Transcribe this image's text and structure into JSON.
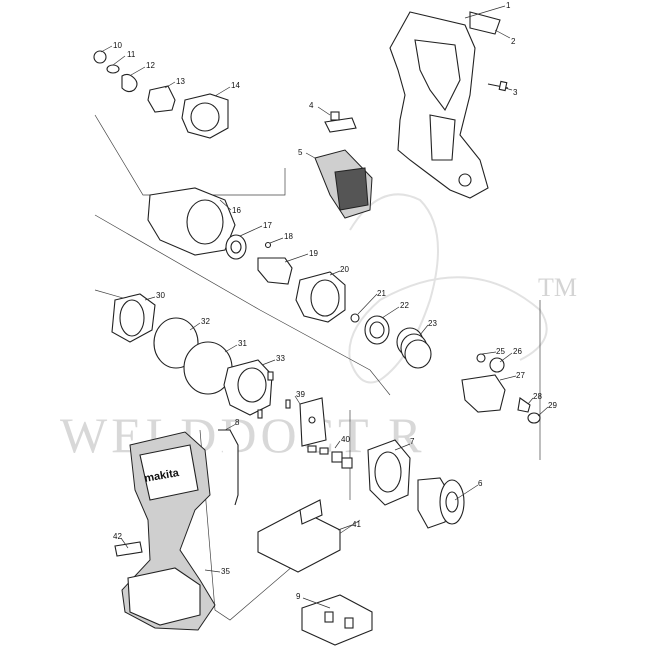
{
  "watermark": {
    "text": "WELDDOCT  R",
    "trademark": "TM"
  },
  "brand_label": "makita",
  "callouts": [
    {
      "n": "1"
    },
    {
      "n": "2"
    },
    {
      "n": "3"
    },
    {
      "n": "4"
    },
    {
      "n": "5"
    },
    {
      "n": "6"
    },
    {
      "n": "7"
    },
    {
      "n": "8"
    },
    {
      "n": "9"
    },
    {
      "n": "10"
    },
    {
      "n": "11"
    },
    {
      "n": "12"
    },
    {
      "n": "13"
    },
    {
      "n": "14"
    },
    {
      "n": "16"
    },
    {
      "n": "17"
    },
    {
      "n": "18"
    },
    {
      "n": "19"
    },
    {
      "n": "20"
    },
    {
      "n": "21"
    },
    {
      "n": "22"
    },
    {
      "n": "23"
    },
    {
      "n": "25"
    },
    {
      "n": "26"
    },
    {
      "n": "27"
    },
    {
      "n": "28"
    },
    {
      "n": "29"
    },
    {
      "n": "30"
    },
    {
      "n": "31"
    },
    {
      "n": "32"
    },
    {
      "n": "33"
    },
    {
      "n": "35"
    },
    {
      "n": "39"
    },
    {
      "n": "40"
    },
    {
      "n": "41"
    },
    {
      "n": "42"
    }
  ]
}
